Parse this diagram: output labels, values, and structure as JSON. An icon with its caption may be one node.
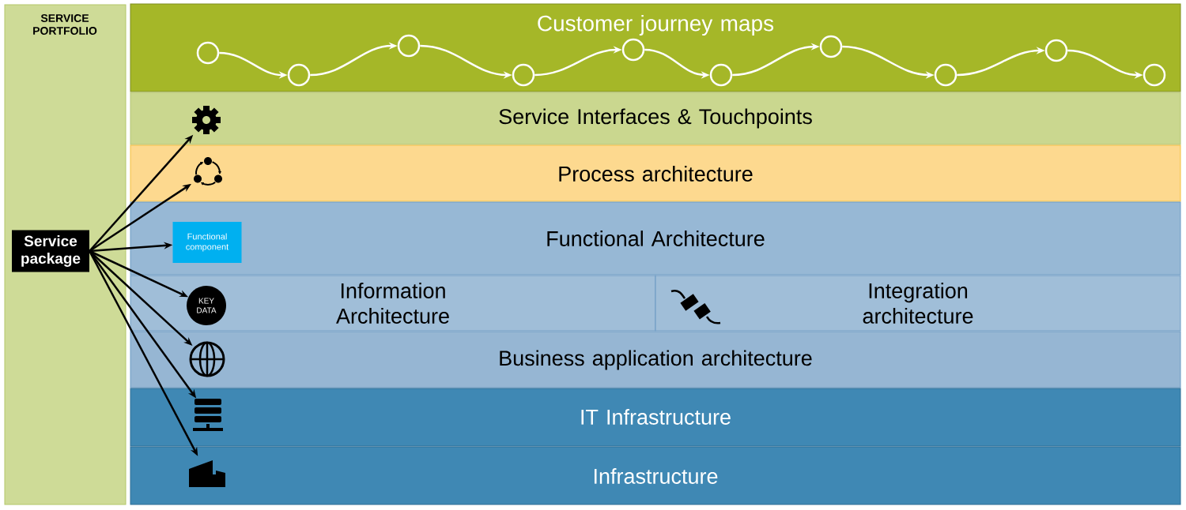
{
  "diagram": {
    "nodes": [
      {
        "text": [
          "SERVICE PORTFOLIO"
        ]
      },
      {
        "text": [
          "Service package"
        ],
        "in": 0
      },
      {
        "text": [
          "Customer journey maps"
        ]
      },
      {
        "text": [],
        "shape": "circle",
        "in": 2
      },
      {
        "text": [],
        "shape": "circle",
        "in": 2
      },
      {
        "text": [],
        "shape": "circle",
        "in": 2
      },
      {
        "text": [],
        "shape": "circle",
        "in": 2
      },
      {
        "text": [],
        "shape": "circle",
        "in": 2
      },
      {
        "text": [],
        "shape": "circle",
        "in": 2
      },
      {
        "text": [],
        "shape": "circle",
        "in": 2
      },
      {
        "text": [],
        "shape": "circle",
        "in": 2
      },
      {
        "text": [],
        "shape": "circle",
        "in": 2
      },
      {
        "text": [],
        "shape": "circle",
        "in": 2
      },
      {
        "text": [
          "Service Interfaces & Touchpoints"
        ]
      },
      {
        "text": [],
        "shape": "gear",
        "in": 13
      },
      {
        "text": [
          "Process architecture"
        ]
      },
      {
        "text": [],
        "shape": "cycle",
        "in": 15
      },
      {
        "text": [
          "Functional Architecture"
        ]
      },
      {
        "text": [
          "Functional component"
        ],
        "in": 17
      },
      {
        "text": [
          "Information Architecture"
        ]
      },
      {
        "text": [
          "KEY DATA"
        ],
        "in": 19
      },
      {
        "text": [
          "Integration architecture"
        ]
      },
      {
        "text": [
          "Business application architecture"
        ]
      },
      {
        "text": [],
        "shape": "globe",
        "in": 22
      },
      {
        "text": [
          "IT Infrastructure"
        ]
      },
      {
        "text": [],
        "shape": "server",
        "in": 24
      },
      {
        "text": [
          "Infrastructure"
        ]
      },
      {
        "text": [],
        "shape": "factory",
        "in": 26
      }
    ],
    "edges": [
      {
        "from": 3,
        "to": 4,
        "arrow": "to"
      },
      {
        "from": 4,
        "to": 5,
        "arrow": "to"
      },
      {
        "from": 5,
        "to": 6,
        "arrow": "to"
      },
      {
        "from": 6,
        "to": 7,
        "arrow": "to"
      },
      {
        "from": 7,
        "to": 8,
        "arrow": "to"
      },
      {
        "from": 8,
        "to": 9,
        "arrow": "to"
      },
      {
        "from": 9,
        "to": 10,
        "arrow": "to"
      },
      {
        "from": 10,
        "to": 11,
        "arrow": "to"
      },
      {
        "from": 11,
        "to": 12,
        "arrow": "to"
      },
      {
        "from": 1,
        "to": 14,
        "arrow": "to",
        "color": "#000000"
      },
      {
        "from": 1,
        "to": 16,
        "arrow": "to",
        "color": "#000000"
      },
      {
        "from": 1,
        "to": 18,
        "arrow": "to",
        "color": "#000000"
      },
      {
        "from": 1,
        "to": 20,
        "arrow": "to",
        "color": "#000000"
      },
      {
        "from": 1,
        "to": 23,
        "arrow": "to",
        "color": "#000000"
      },
      {
        "from": 1,
        "to": 25,
        "arrow": "to",
        "color": "#000000"
      },
      {
        "from": 1,
        "to": 27,
        "arrow": "to",
        "color": "#000000"
      }
    ]
  }
}
